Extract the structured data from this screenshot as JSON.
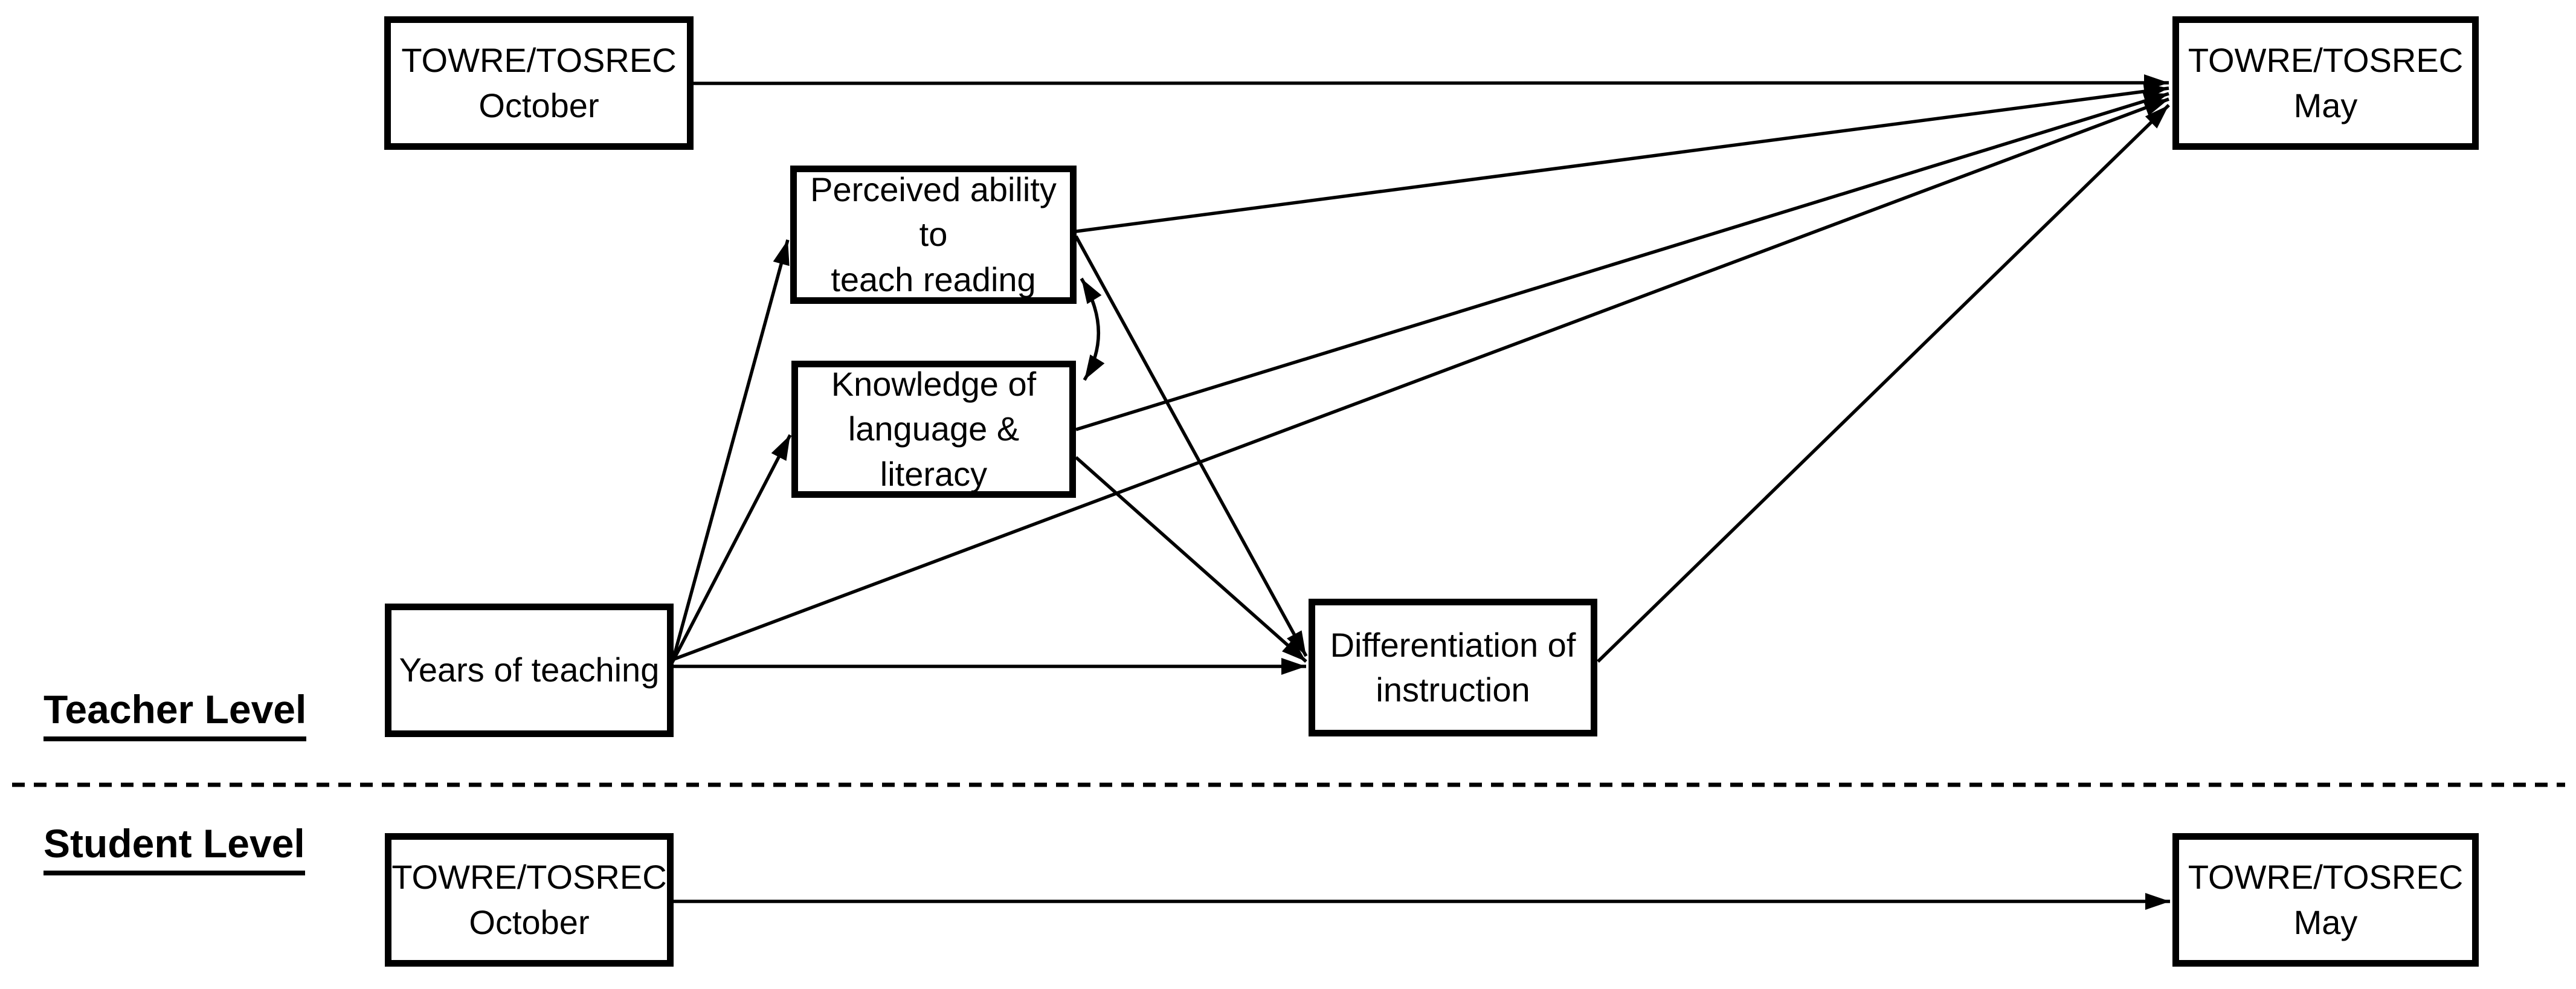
{
  "colors": {
    "ink": "#000000",
    "background": "#ffffff"
  },
  "labels": {
    "teacher_level": "Teacher Level",
    "student_level": "Student Level"
  },
  "boxes": {
    "teacher_october": {
      "lines": [
        "TOWRE/TOSREC",
        "October"
      ]
    },
    "teacher_may": {
      "lines": [
        "TOWRE/TOSREC",
        "May"
      ]
    },
    "perceived": {
      "lines": [
        "Perceived ability to",
        "teach reading"
      ]
    },
    "knowledge": {
      "lines": [
        "Knowledge of",
        "language & literacy"
      ]
    },
    "years": {
      "lines": [
        "Years of teaching"
      ]
    },
    "differentiation": {
      "lines": [
        "Differentiation of",
        "instruction"
      ]
    },
    "student_october": {
      "lines": [
        "TOWRE/TOSREC",
        "October"
      ]
    },
    "student_may": {
      "lines": [
        "TOWRE/TOSREC",
        "May"
      ]
    }
  },
  "diagram": {
    "type": "path-model",
    "levels": [
      {
        "name": "Teacher Level",
        "nodes": [
          "teacher_october",
          "teacher_may",
          "perceived",
          "knowledge",
          "years",
          "differentiation"
        ]
      },
      {
        "name": "Student Level",
        "nodes": [
          "student_october",
          "student_may"
        ]
      }
    ],
    "edges": [
      {
        "from": "teacher_october",
        "to": "teacher_may",
        "type": "directed"
      },
      {
        "from": "perceived",
        "to": "teacher_may",
        "type": "directed"
      },
      {
        "from": "knowledge",
        "to": "teacher_may",
        "type": "directed"
      },
      {
        "from": "years",
        "to": "teacher_may",
        "type": "directed"
      },
      {
        "from": "differentiation",
        "to": "teacher_may",
        "type": "directed"
      },
      {
        "from": "years",
        "to": "perceived",
        "type": "directed"
      },
      {
        "from": "years",
        "to": "knowledge",
        "type": "directed"
      },
      {
        "from": "years",
        "to": "differentiation",
        "type": "directed"
      },
      {
        "from": "perceived",
        "to": "differentiation",
        "type": "directed"
      },
      {
        "from": "knowledge",
        "to": "differentiation",
        "type": "directed"
      },
      {
        "from": "perceived",
        "to": "knowledge",
        "type": "bidirectional-covariance"
      },
      {
        "from": "student_october",
        "to": "student_may",
        "type": "directed"
      }
    ],
    "separator": "dashed horizontal line between teacher and student levels"
  }
}
